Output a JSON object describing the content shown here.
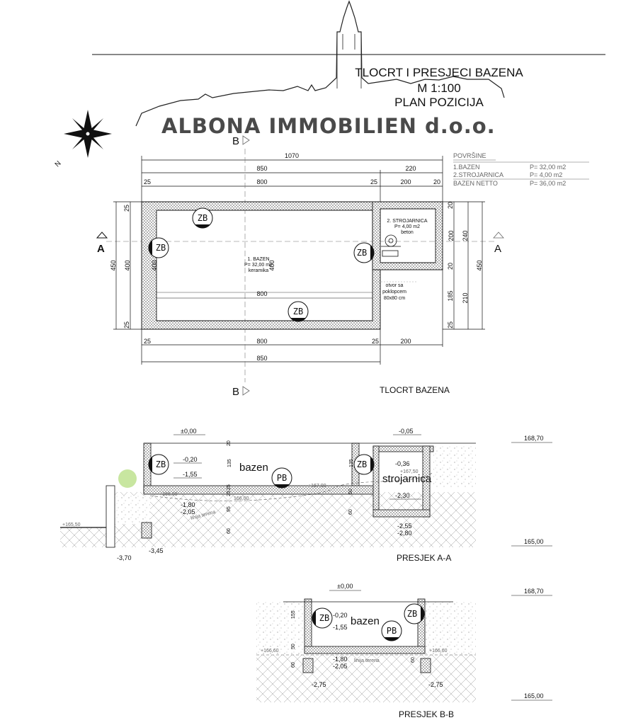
{
  "header": {
    "title_line1": "TLOCRT I PRESJECI BAZENA",
    "title_line2": "M 1:100",
    "title_line3": "PLAN POZICIJA",
    "brand": "ALBONA IMMOBILIEN d.o.o.",
    "north_letter": "N"
  },
  "areas": {
    "heading": "POVRŠINE",
    "rows": [
      {
        "label": "1.BAZEN",
        "value": "P= 32,00 m2"
      },
      {
        "label": "2.STROJARNICA",
        "value": "P= 4,00 m2"
      },
      {
        "label": "BAZEN NETTO",
        "value": "P= 36,00 m2"
      }
    ]
  },
  "plan": {
    "caption": "TLOCRT BAZENA",
    "section_b": "B",
    "section_a": "A",
    "dims_top": [
      "1070",
      "850",
      "220",
      "25",
      "800",
      "25",
      "200",
      "20"
    ],
    "dims_bottom": [
      "25",
      "800",
      "25",
      "200",
      "850"
    ],
    "dims_left": [
      "25",
      "450",
      "400",
      "25"
    ],
    "dims_inner_left": "400",
    "dims_inner_mid": "400",
    "dims_inner_bottom": "800",
    "dims_right": [
      "20",
      "200",
      "20",
      "185",
      "25",
      "240",
      "210",
      "450"
    ],
    "pool_label": "1. BAZEN",
    "pool_area": "P= 32,00 m2",
    "pool_finish": "keramika",
    "room_label": "2. STROJARNICA",
    "room_area": "P= 4,00 m2",
    "room_finish": "beton",
    "opening_note_1": "otvor sa",
    "opening_note_2": "poklopcem",
    "opening_note_3": "80x80 cm",
    "zb": "ZB"
  },
  "section_aa": {
    "caption": "PRESJEK A-A",
    "levels": [
      "±0,00",
      "-0,20",
      "-1,55",
      "-1,80",
      "-2,05",
      "-0,05",
      "-0,36",
      "-2,30",
      "-2,55",
      "-2,80",
      "-3,45",
      "-3,70"
    ],
    "alt_top": "168,70",
    "alt_bottom": "165,00",
    "terrain_1": "+166,00",
    "terrain_2": "+167,50",
    "terrain_3": "+167,00",
    "terrain_4": "+165,50",
    "terrain_5": "166,00",
    "terrain_label": "linija terena",
    "room_pool": "bazen",
    "room_machine": "strojarnica",
    "dims": [
      "20",
      "135",
      "25",
      "25",
      "95",
      "60",
      "135",
      "60",
      "50"
    ],
    "zb": "ZB",
    "pb": "PB"
  },
  "section_bb": {
    "caption": "PRESJEK B-B",
    "levels": [
      "±0,00",
      "-0,20",
      "-1,55",
      "-1,80",
      "-2,05",
      "-2,75",
      "-2,75"
    ],
    "alt_top": "168,70",
    "alt_bottom": "165,00",
    "terrain_left": "+166,60",
    "terrain_right": "+166,60",
    "terrain_label": "linija terena",
    "room_pool": "bazen",
    "dims": [
      "155",
      "50",
      "60",
      "60"
    ],
    "zb": "ZB",
    "pb": "PB"
  },
  "colors": {
    "line": "#111111",
    "brand": "#4a4a4a",
    "hatch": "#888888",
    "tree": "#c8e6a0"
  }
}
